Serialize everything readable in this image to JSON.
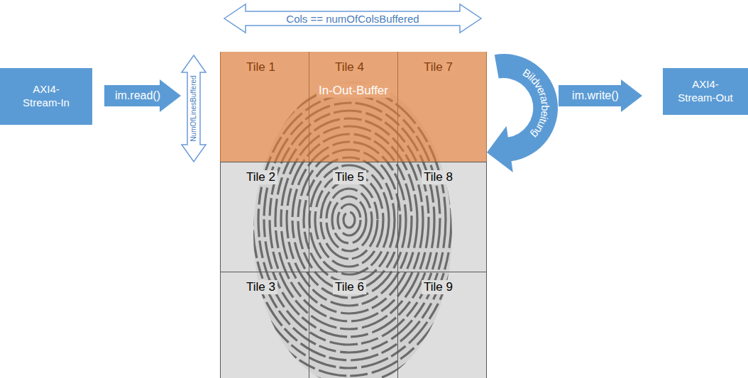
{
  "diagram": {
    "nodes": [
      {
        "text": [
          "AXI4- Stream-In"
        ]
      },
      {
        "text": [
          "im.read()"
        ]
      },
      {
        "text": [
          "NumOfLinesBuffered"
        ]
      },
      {
        "text": [
          "Cols == numOfColsBuffered"
        ]
      },
      {
        "text": [
          "In-Out-Buffer"
        ]
      },
      {
        "text": [
          "Tile 1"
        ],
        "in": 4
      },
      {
        "text": [
          "Tile 4"
        ],
        "in": 4
      },
      {
        "text": [
          "Tile 7"
        ],
        "in": 4
      },
      {
        "text": [
          "Tile 2"
        ]
      },
      {
        "text": [
          "Tile 5"
        ]
      },
      {
        "text": [
          "Tile 8"
        ]
      },
      {
        "text": [
          "Tile 3"
        ]
      },
      {
        "text": [
          "Tile 6"
        ]
      },
      {
        "text": [
          "Tile 9"
        ]
      },
      {
        "text": [
          "Bildverarbeitung"
        ]
      },
      {
        "text": [
          "im.write()"
        ]
      },
      {
        "text": [
          "AXI4- Stream-Out"
        ]
      }
    ]
  }
}
